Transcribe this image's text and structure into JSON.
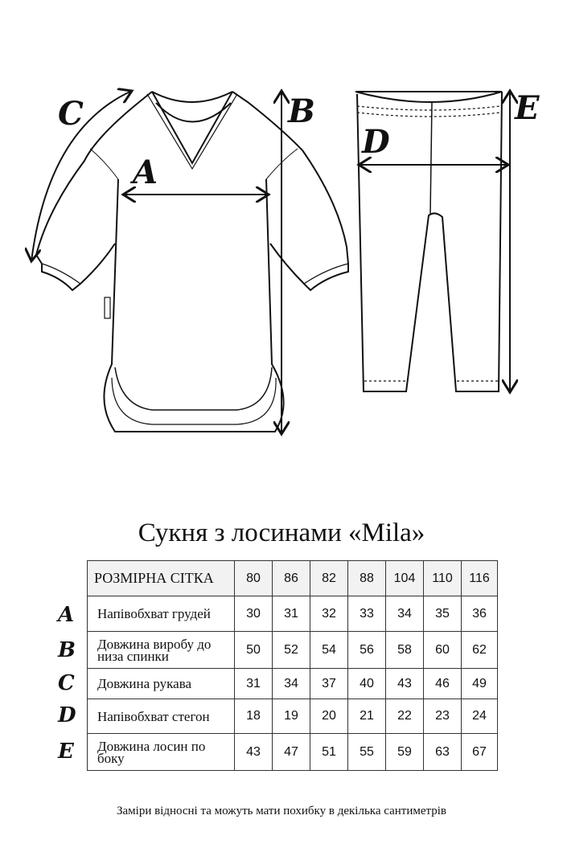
{
  "diagram": {
    "letters": {
      "a": "A",
      "b": "B",
      "c": "C",
      "d": "D",
      "e": "E"
    }
  },
  "title": "Сукня з лосинами «Mila»",
  "table": {
    "header": "РОЗМІРНА СІТКА",
    "sizes": [
      "80",
      "86",
      "82",
      "88",
      "104",
      "110",
      "116"
    ],
    "rows": [
      {
        "letter": "A",
        "label": "Напівобхват грудей",
        "values": [
          "30",
          "31",
          "32",
          "33",
          "34",
          "35",
          "36"
        ]
      },
      {
        "letter": "B",
        "label": "Довжина виробу до низа спинки",
        "values": [
          "50",
          "52",
          "54",
          "56",
          "58",
          "60",
          "62"
        ]
      },
      {
        "letter": "C",
        "label": "Довжина рукава",
        "values": [
          "31",
          "34",
          "37",
          "40",
          "43",
          "46",
          "49"
        ]
      },
      {
        "letter": "D",
        "label": "Напівобхват стегон",
        "values": [
          "18",
          "19",
          "20",
          "21",
          "22",
          "23",
          "24"
        ]
      },
      {
        "letter": "E",
        "label": "Довжина лосин по боку",
        "values": [
          "43",
          "47",
          "51",
          "55",
          "59",
          "63",
          "67"
        ]
      }
    ]
  },
  "note": "Заміри відносні та можуть мати похибку в декілька сантиметрів"
}
